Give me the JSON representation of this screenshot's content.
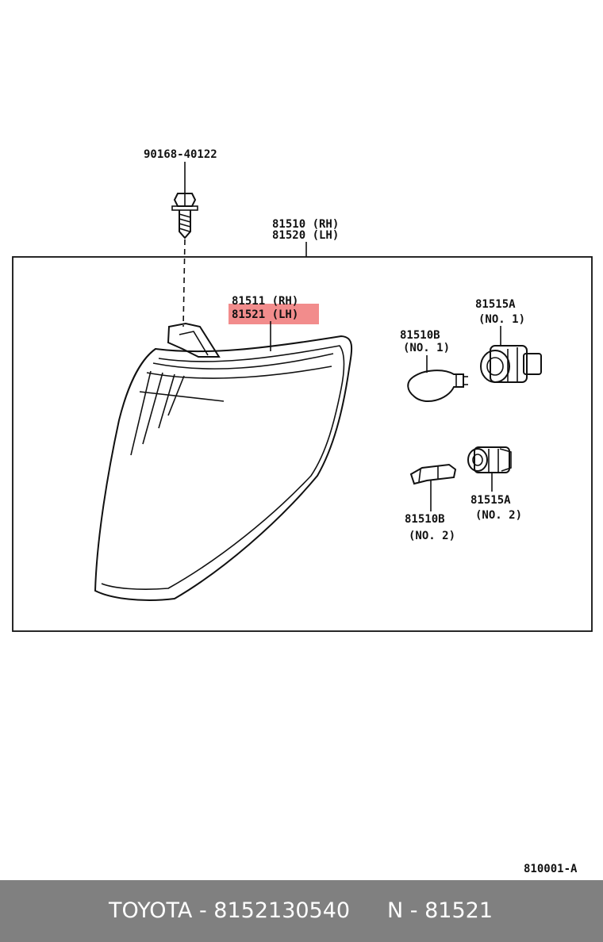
{
  "labels": {
    "screw": "90168-40122",
    "assembly_rh": "81510 (RH)",
    "assembly_lh": "81520 (LH)",
    "lens_rh": "81511 (RH)",
    "lens_lh": "81521 (LH)",
    "bulb1_no": "81510B",
    "bulb1_sub": "(NO. 1)",
    "socket1_no": "81515A",
    "socket1_sub": "(NO. 1)",
    "bulb2_no": "81510B",
    "bulb2_sub": "(NO. 2)",
    "socket2_no": "81515A",
    "socket2_sub": "(NO. 2)",
    "diagram_code": "810001-A"
  },
  "highlight_color": "#f28c8c",
  "footer": {
    "part_text": "TOYOTA - 8152130540",
    "number_text": "N - 81521",
    "background": "#808080"
  }
}
